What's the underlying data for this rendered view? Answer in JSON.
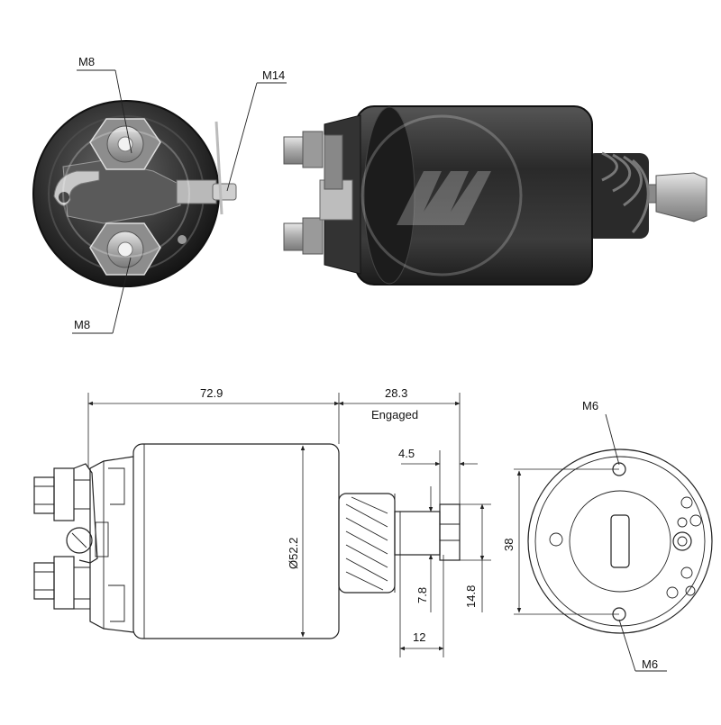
{
  "photo_labels": {
    "top_terminal": "M8",
    "bottom_terminal": "M8",
    "control_terminal": "M14"
  },
  "side_view": {
    "body_length": "72.9",
    "engaged_travel": "28.3",
    "engaged_label": "Engaged",
    "body_diameter": "Ø52.2",
    "plunger_step": "4.5",
    "plunger_width": "7.8",
    "head_height": "14.8",
    "plunger_length": "12"
  },
  "end_view": {
    "top_hole": "M6",
    "bottom_hole": "M6",
    "hole_spacing": "38"
  },
  "colors": {
    "photo_dark": "#2b2b2b",
    "photo_metal": "#bdbdbd",
    "line": "#222222"
  }
}
